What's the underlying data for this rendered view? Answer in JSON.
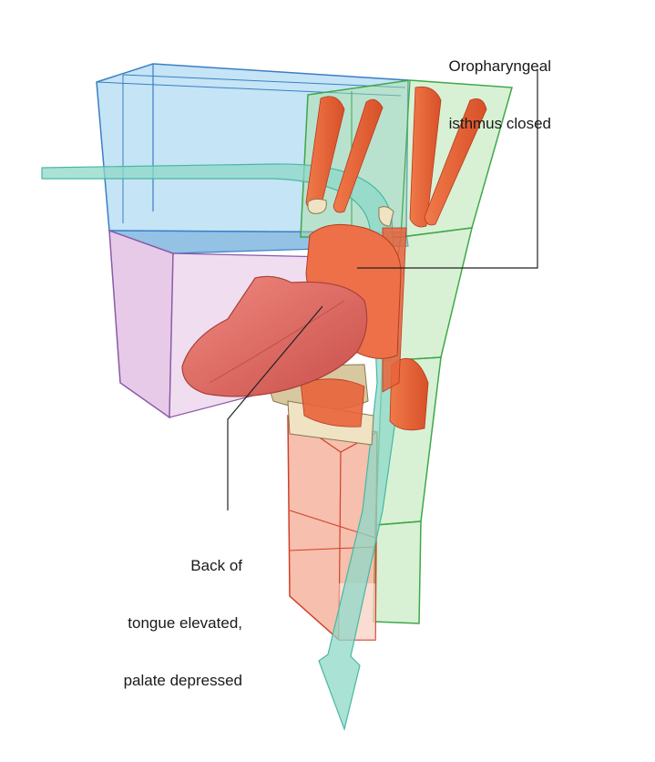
{
  "labels": {
    "isthmus": {
      "line1": "Oropharyngeal",
      "line2": "isthmus closed"
    },
    "tongue": {
      "line1": "Back of",
      "line2": "tongue elevated,",
      "line3": "palate depressed"
    }
  },
  "colors": {
    "oral_cavity_box": "#7fc4e8",
    "oral_cavity_edge": "#3a7fc4",
    "floor_box": "#d7a6d8",
    "floor_edge": "#8a5aa8",
    "pharynx_box": "#a9e0a0",
    "pharynx_edge": "#3ea84a",
    "larynx_box": "#f08a6a",
    "larynx_edge": "#d0402a",
    "muscle": "#e9633a",
    "tongue": "#d9665f",
    "airflow_arrow": "#8ed8c8",
    "leader_line": "#222222"
  }
}
